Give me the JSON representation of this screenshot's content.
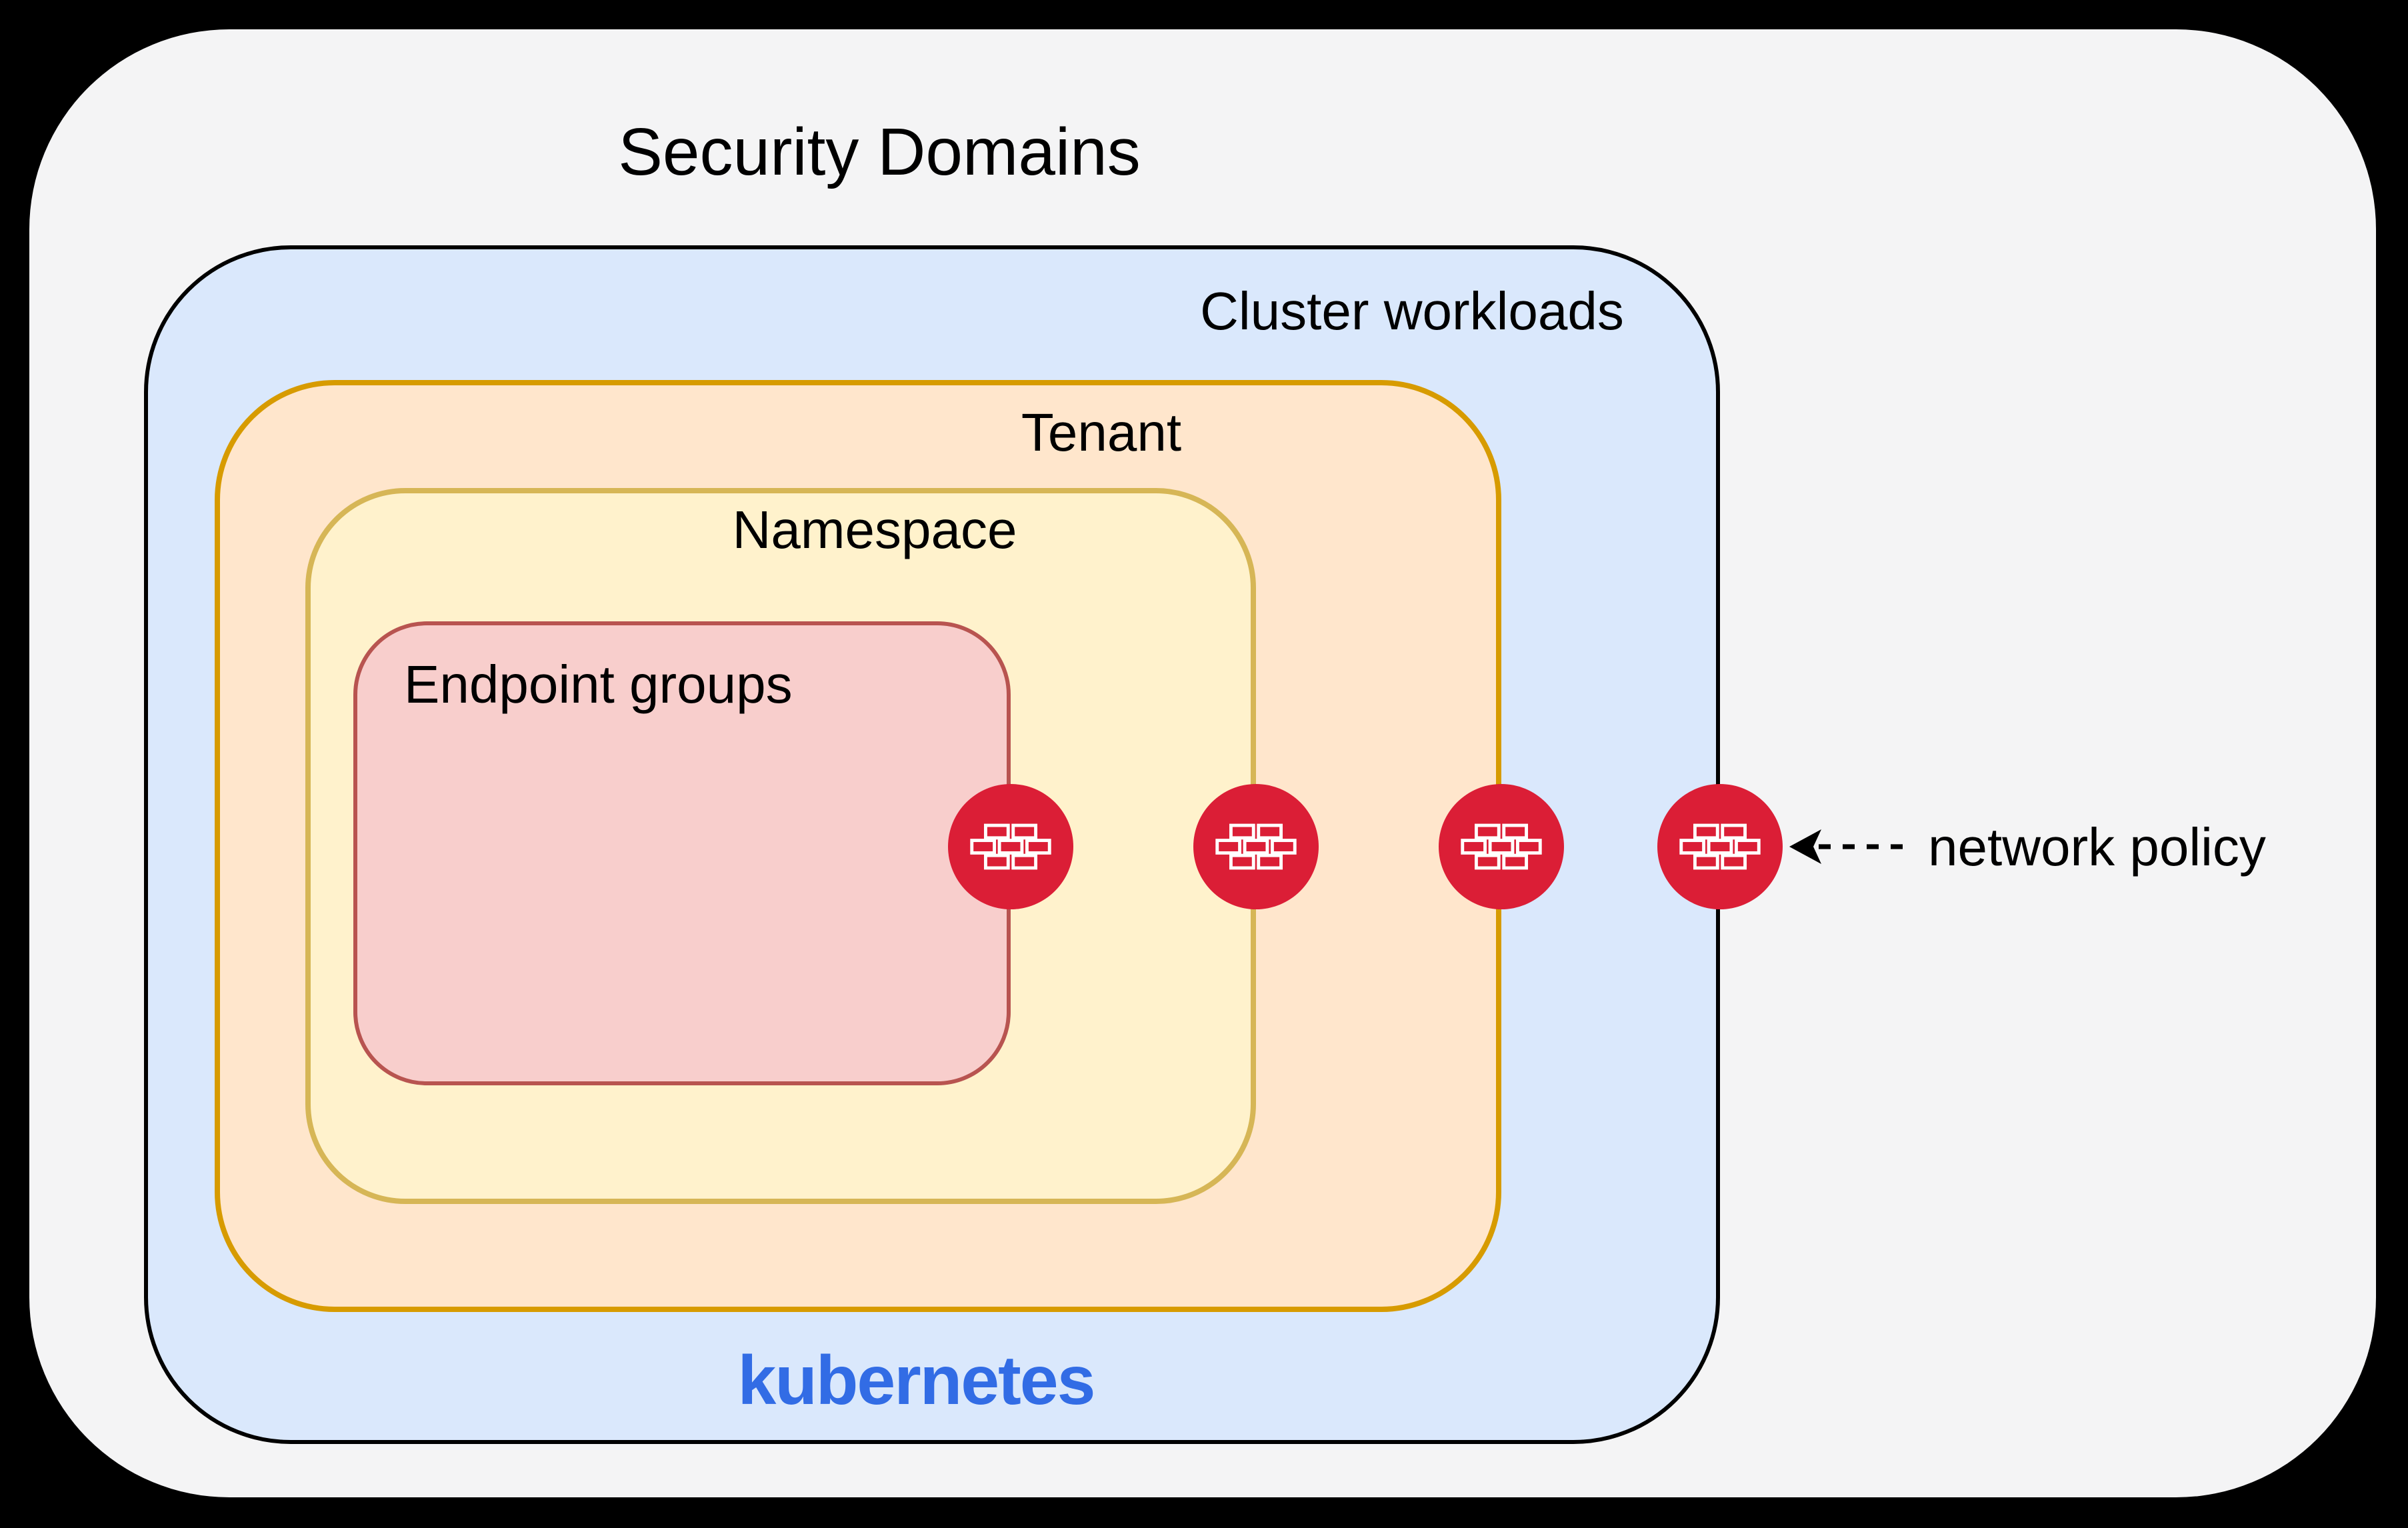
{
  "title": "Security Domains",
  "domains": {
    "cluster_workloads": "Cluster workloads",
    "tenant": "Tenant",
    "namespace": "Namespace",
    "endpoint_groups": "Endpoint groups"
  },
  "branding": {
    "kubernetes": "kubernetes"
  },
  "annotation": {
    "network_policy": "network policy"
  },
  "icons": {
    "firewall": "firewall-brick-wall-icon",
    "arrow": "dashed-arrow-left-icon"
  },
  "colors": {
    "canvas_background": "#000000",
    "page_background": "#F4F4F5",
    "cluster_fill": "#DAE8FC",
    "cluster_border": "#000000",
    "tenant_fill": "#FFE6CC",
    "tenant_border": "#D79B00",
    "namespace_fill": "#FFF2CC",
    "namespace_border": "#D6B656",
    "endpoint_fill": "#F8CECC",
    "endpoint_border": "#B85450",
    "firewall_red": "#DB1E36",
    "kubernetes_blue": "#326CE5",
    "text": "#000000"
  }
}
